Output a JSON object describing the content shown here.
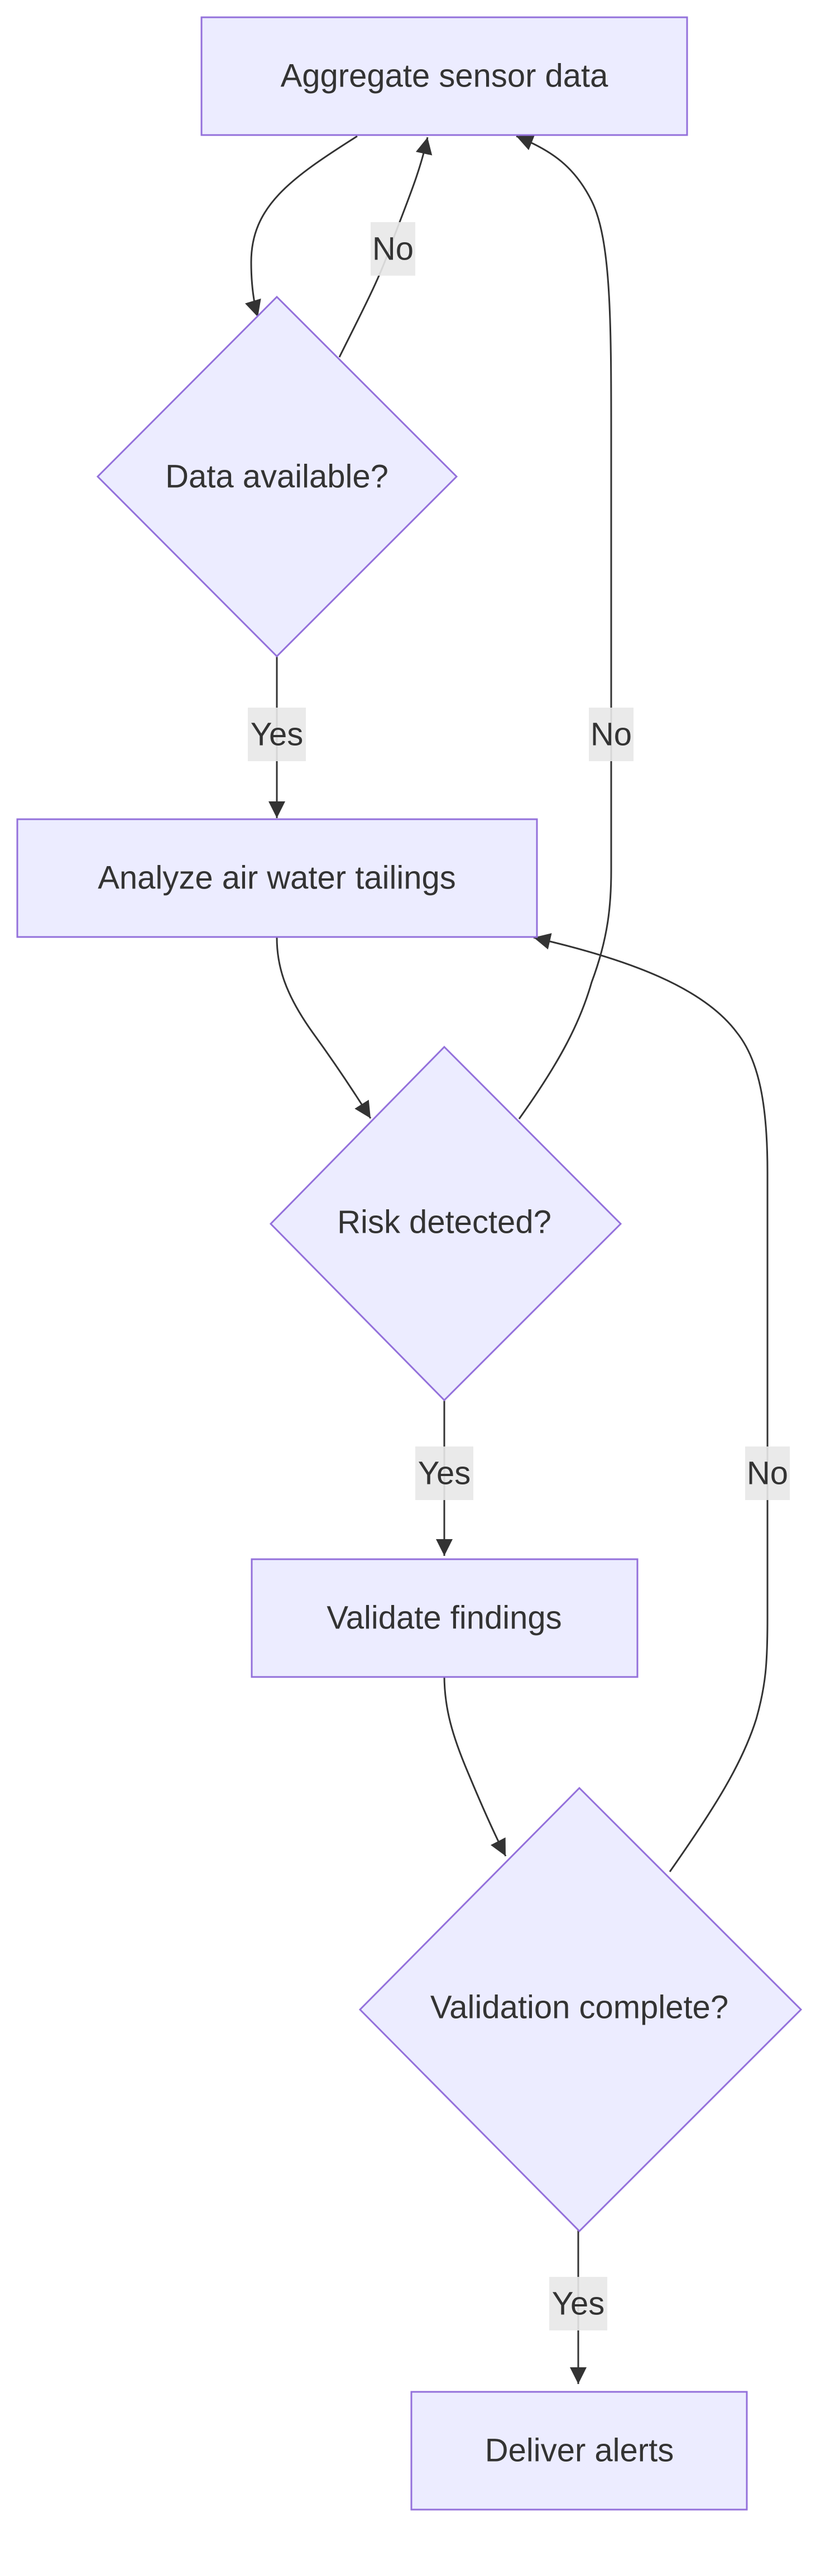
{
  "diagram": {
    "type": "flowchart",
    "colors": {
      "node_fill": "#ECECFF",
      "node_stroke": "#9370DB",
      "edge": "#333333",
      "text": "#333333",
      "edge_label_bg": "#E8E8E8"
    },
    "nodes": {
      "aggregate": {
        "label": "Aggregate sensor data",
        "shape": "rect"
      },
      "data_available": {
        "label": "Data available?",
        "shape": "diamond"
      },
      "analyze": {
        "label": "Analyze air water tailings",
        "shape": "rect"
      },
      "risk": {
        "label": "Risk detected?",
        "shape": "diamond"
      },
      "validate": {
        "label": "Validate findings",
        "shape": "rect"
      },
      "validation_complete": {
        "label": "Validation complete?",
        "shape": "diamond"
      },
      "deliver": {
        "label": "Deliver alerts",
        "shape": "rect"
      }
    },
    "edges": [
      {
        "from": "aggregate",
        "to": "data_available",
        "label": ""
      },
      {
        "from": "data_available",
        "to": "aggregate",
        "label": "No"
      },
      {
        "from": "data_available",
        "to": "analyze",
        "label": "Yes"
      },
      {
        "from": "analyze",
        "to": "risk",
        "label": ""
      },
      {
        "from": "risk",
        "to": "aggregate",
        "label": "No"
      },
      {
        "from": "risk",
        "to": "validate",
        "label": "Yes"
      },
      {
        "from": "validate",
        "to": "validation_complete",
        "label": ""
      },
      {
        "from": "validation_complete",
        "to": "analyze",
        "label": "No"
      },
      {
        "from": "validation_complete",
        "to": "deliver",
        "label": "Yes"
      }
    ]
  }
}
